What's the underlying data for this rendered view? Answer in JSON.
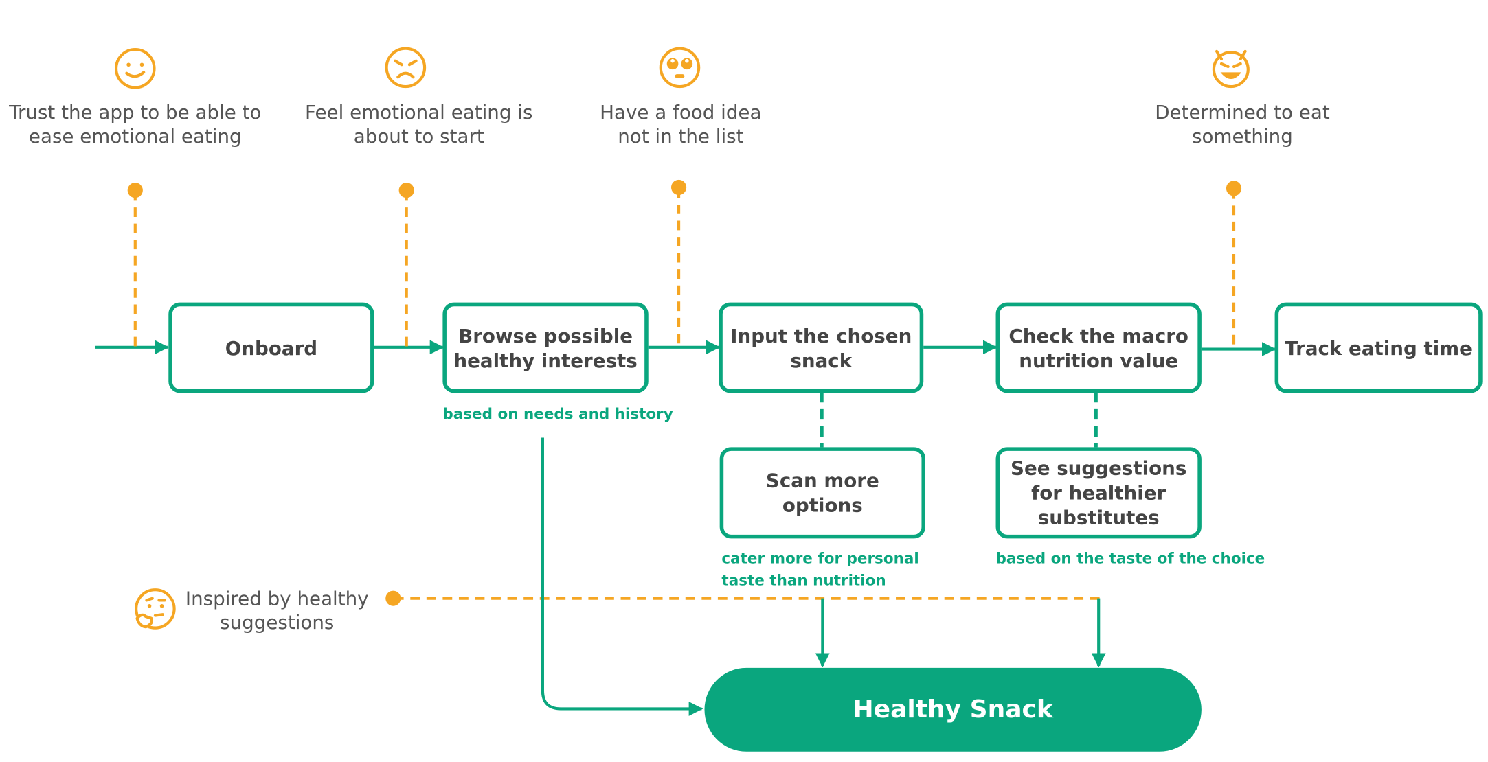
{
  "colors": {
    "accent": "#0aa67e",
    "emotion": "#f5a623",
    "text": "#444444"
  },
  "emotions": [
    {
      "label": "Trust the app to be able to\nease emotional eating",
      "icon": "smiling-face-icon"
    },
    {
      "label": "Feel emotional eating is\nabout to start",
      "icon": "worried-face-icon"
    },
    {
      "label": "Have a food idea\nnot in the list",
      "icon": "rolling-eyes-face-icon"
    },
    {
      "label": "Determined to eat\nsomething",
      "icon": "smiling-devil-face-icon"
    }
  ],
  "steps": [
    {
      "label": "Onboard"
    },
    {
      "label": "Browse possible\nhealthy interests",
      "note": "based on needs and history"
    },
    {
      "label": "Input the chosen\nsnack"
    },
    {
      "label": "Check the macro\nnutrition value"
    },
    {
      "label": "Track eating time"
    }
  ],
  "branches": [
    {
      "label": "Scan more options",
      "note": "cater more for personal\ntaste than nutrition"
    },
    {
      "label": "See suggestions\nfor healthier\nsubstitutes",
      "note": "based on the taste of the choice"
    }
  ],
  "inspired": {
    "label": "Inspired by healthy\nsuggestions",
    "icon": "thinking-face-icon"
  },
  "outcome": {
    "label": "Healthy Snack"
  }
}
